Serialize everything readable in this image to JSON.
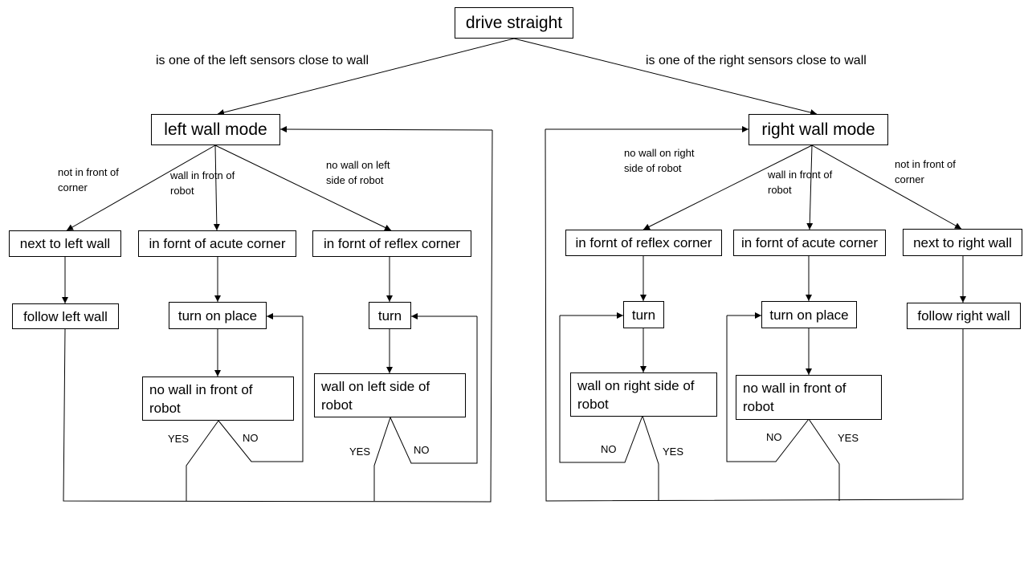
{
  "nodes": {
    "start": "drive straight",
    "left_mode": "left wall mode",
    "right_mode": "right wall mode",
    "l_next_wall": "next to left wall",
    "l_acute": "in fornt of acute corner",
    "l_reflex": "in fornt of reflex corner",
    "l_follow": "follow left wall",
    "l_turn_place": "turn on place",
    "l_turn": "turn",
    "l_no_wall_front": "no wall in front of robot",
    "l_wall_left_side": "wall on left side of robot",
    "r_reflex": "in fornt of reflex corner",
    "r_acute": "in fornt of acute corner",
    "r_next_wall": "next to right wall",
    "r_turn": "turn",
    "r_turn_place": "turn on place",
    "r_follow": "follow right wall",
    "r_wall_right_side": "wall on right side of robot",
    "r_no_wall_front": "no wall in front of robot"
  },
  "edge_labels": {
    "to_left": "is one of the left sensors close to wall",
    "to_right": "is one of the right sensors close to wall",
    "l_not_corner": "not in front of corner",
    "l_wall_front": "wall in frotn of robot",
    "l_no_wall_left": "no wall on left side of robot",
    "r_no_wall_right": "no wall on right side of robot",
    "r_wall_front": "wall in front of robot",
    "r_not_corner": "not in front of corner",
    "l_acute_yes": "YES",
    "l_acute_no": "NO",
    "l_reflex_yes": "YES",
    "l_reflex_no": "NO",
    "r_reflex_no": "NO",
    "r_reflex_yes": "YES",
    "r_acute_no": "NO",
    "r_acute_yes": "YES"
  }
}
